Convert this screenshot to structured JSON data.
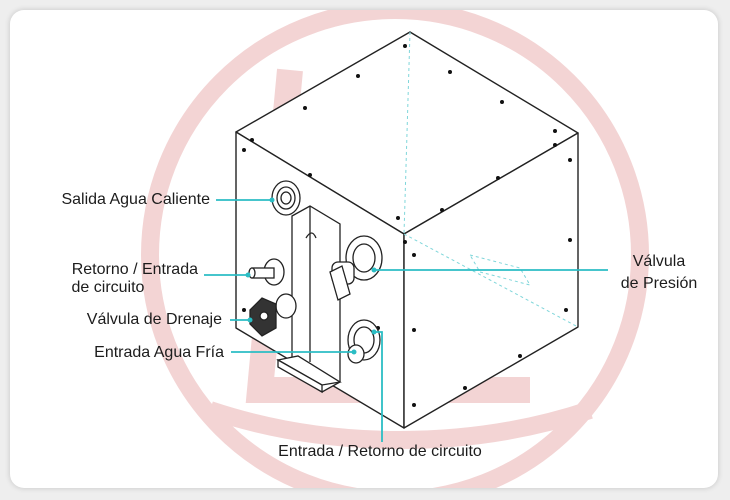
{
  "callouts": {
    "hot_water_outlet": "Salida Agua Caliente",
    "return_inlet_line1": "Retorno / Entrada",
    "return_inlet_line2": "de circuito",
    "drain_valve": "Válvula de Drenaje",
    "cold_water_inlet": "Entrada Agua Fría",
    "pressure_valve_line1": "Válvula",
    "pressure_valve_line2": "de Presión",
    "inlet_return_bottom": "Entrada / Retorno de circuito"
  },
  "colors": {
    "callout_line": "#2bbdc4",
    "watermark": "#f3d4d4",
    "outline": "#222222"
  }
}
